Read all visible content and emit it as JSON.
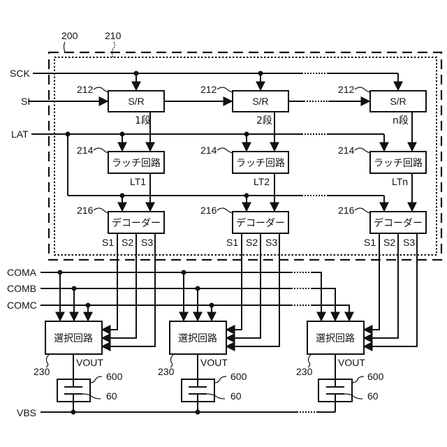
{
  "figure": {
    "ref_outer_block": "200",
    "ref_inner_block": "210"
  },
  "signals": {
    "sck": "SCK",
    "si": "SI",
    "lat": "LAT",
    "coma": "COMA",
    "comb": "COMB",
    "comc": "COMC",
    "vbs": "VBS"
  },
  "columns": [
    {
      "shift_register": {
        "ref": "212",
        "label": "S/R",
        "stage": "1段"
      },
      "latch": {
        "ref": "214",
        "label": "ラッチ回路",
        "output": "LT1"
      },
      "decoder": {
        "ref": "216",
        "label": "デコーダー",
        "outputs": [
          "S1",
          "S2",
          "S3"
        ]
      },
      "selector": {
        "ref": "230",
        "label": "選択回路",
        "output": "VOUT"
      },
      "piezo": {
        "ref_unit": "600",
        "ref_element": "60"
      }
    },
    {
      "shift_register": {
        "ref": "212",
        "label": "S/R",
        "stage": "2段"
      },
      "latch": {
        "ref": "214",
        "label": "ラッチ回路",
        "output": "LT2"
      },
      "decoder": {
        "ref": "216",
        "label": "デコーダー",
        "outputs": [
          "S1",
          "S2",
          "S3"
        ]
      },
      "selector": {
        "ref": "230",
        "label": "選択回路",
        "output": "VOUT"
      },
      "piezo": {
        "ref_unit": "600",
        "ref_element": "60"
      }
    },
    {
      "shift_register": {
        "ref": "212",
        "label": "S/R",
        "stage": "n段"
      },
      "latch": {
        "ref": "214",
        "label": "ラッチ回路",
        "output": "LTn"
      },
      "decoder": {
        "ref": "216",
        "label": "デコーダー",
        "outputs": [
          "S1",
          "S2",
          "S3"
        ]
      },
      "selector": {
        "ref": "230",
        "label": "選択回路",
        "output": "VOUT"
      },
      "piezo": {
        "ref_unit": "600",
        "ref_element": "60"
      }
    }
  ]
}
